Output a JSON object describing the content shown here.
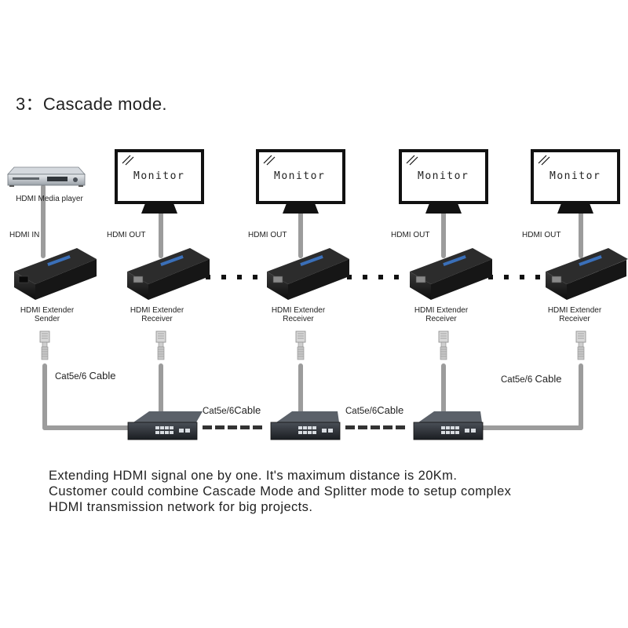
{
  "title": "3：Cascade mode.",
  "source": {
    "label": "HDMI Media player",
    "port_label": "HDMI IN",
    "sender_label": [
      "HDMI Extender",
      "Sender"
    ],
    "cable_label": "Cat5e/6",
    "cable_label_big": "Cable"
  },
  "monitors": [
    {
      "text": "Monitor",
      "port_label": "HDMI OUT",
      "receiver_label": [
        "HDMI Extender",
        "Receiver"
      ]
    },
    {
      "text": "Monitor",
      "port_label": "HDMI OUT",
      "receiver_label": [
        "HDMI Extender",
        "Receiver"
      ]
    },
    {
      "text": "Monitor",
      "port_label": "HDMI OUT",
      "receiver_label": [
        "HDMI Extender",
        "Receiver"
      ]
    },
    {
      "text": "Monitor",
      "port_label": "HDMI OUT",
      "receiver_label": [
        "HDMI Extender",
        "Receiver"
      ]
    }
  ],
  "right_cable": {
    "label": "Cat5e/6",
    "label_big": "Cable"
  },
  "switch_links": [
    {
      "label": "Cat5e/6",
      "label_big": "Cable"
    },
    {
      "label": "Cat5e/6",
      "label_big": "Cable"
    }
  ],
  "footer": [
    "Extending HDMI signal one by one. It's maximum distance is 20Km.",
    "Customer could combine Cascade Mode and Splitter mode to setup complex",
    "HDMI transmission network for big projects."
  ]
}
